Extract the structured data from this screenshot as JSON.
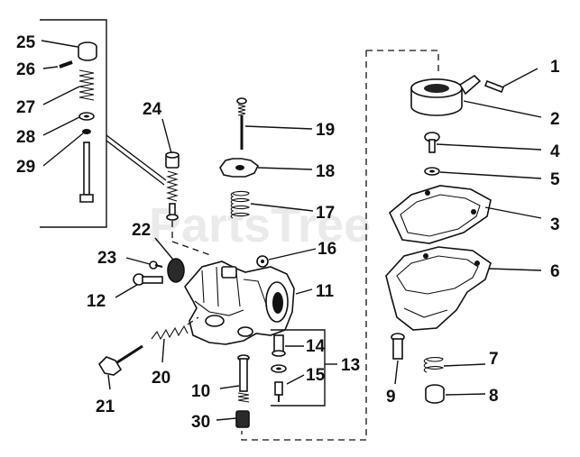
{
  "watermark": "PartsTree",
  "callouts": [
    {
      "id": "1",
      "label": "1"
    },
    {
      "id": "2",
      "label": "2"
    },
    {
      "id": "3",
      "label": "3"
    },
    {
      "id": "4",
      "label": "4"
    },
    {
      "id": "5",
      "label": "5"
    },
    {
      "id": "6",
      "label": "6"
    },
    {
      "id": "7",
      "label": "7"
    },
    {
      "id": "8",
      "label": "8"
    },
    {
      "id": "9",
      "label": "9"
    },
    {
      "id": "10",
      "label": "10"
    },
    {
      "id": "11",
      "label": "11"
    },
    {
      "id": "12",
      "label": "12"
    },
    {
      "id": "13",
      "label": "13"
    },
    {
      "id": "14",
      "label": "14"
    },
    {
      "id": "15",
      "label": "15"
    },
    {
      "id": "16",
      "label": "16"
    },
    {
      "id": "17",
      "label": "17"
    },
    {
      "id": "18",
      "label": "18"
    },
    {
      "id": "19",
      "label": "19"
    },
    {
      "id": "20",
      "label": "20"
    },
    {
      "id": "21",
      "label": "21"
    },
    {
      "id": "22",
      "label": "22"
    },
    {
      "id": "23",
      "label": "23"
    },
    {
      "id": "24",
      "label": "24"
    },
    {
      "id": "25",
      "label": "25"
    },
    {
      "id": "26",
      "label": "26"
    },
    {
      "id": "27",
      "label": "27"
    },
    {
      "id": "28",
      "label": "28"
    },
    {
      "id": "29",
      "label": "29"
    },
    {
      "id": "30",
      "label": "30"
    }
  ]
}
